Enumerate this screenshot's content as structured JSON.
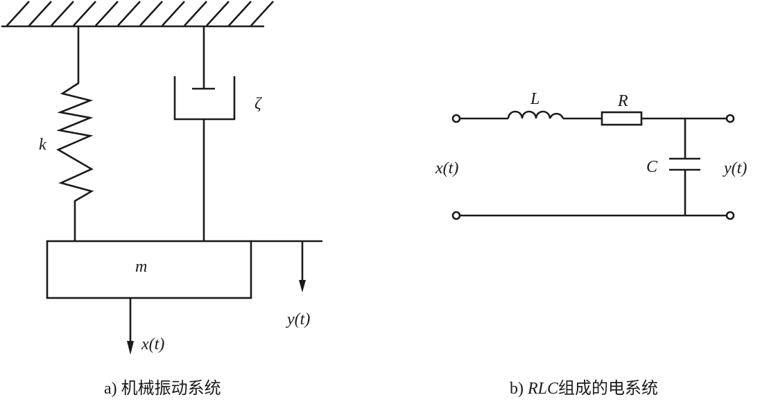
{
  "mechanical": {
    "spring_label": "k",
    "damper_label": "ζ",
    "mass_label": "m",
    "input_label": "x(t)",
    "output_label": "y(t)",
    "caption": "a) 机械振动系统"
  },
  "electrical": {
    "inductor_label": "L",
    "resistor_label": "R",
    "capacitor_label": "C",
    "input_label": "x(t)",
    "output_label": "y(t)",
    "caption_prefix": "b) ",
    "caption_italic": "RLC",
    "caption_suffix": "组成的电系统"
  }
}
